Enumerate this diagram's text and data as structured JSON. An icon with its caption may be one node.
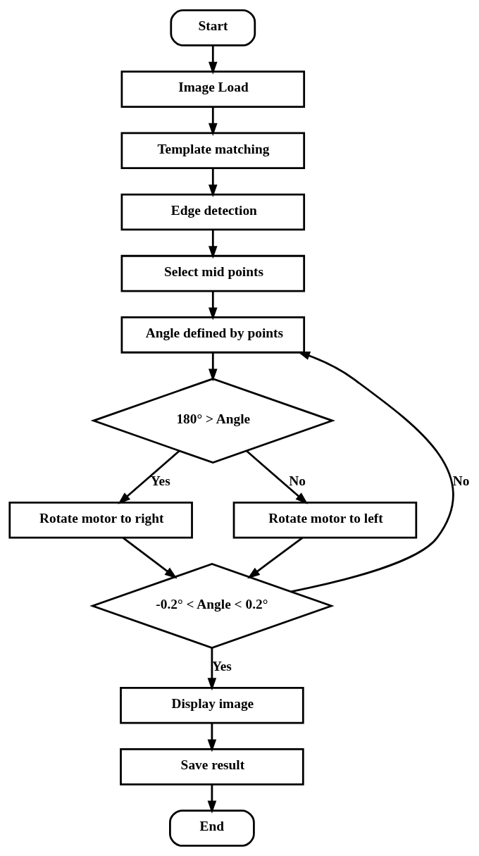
{
  "diagram": {
    "nodes": [
      {
        "text": [
          "Start"
        ]
      },
      {
        "text": [
          "Image Load"
        ]
      },
      {
        "text": [
          "Template matching"
        ]
      },
      {
        "text": [
          "Edge detection"
        ]
      },
      {
        "text": [
          "Select mid points"
        ]
      },
      {
        "text": [
          "Angle defined by points"
        ]
      },
      {
        "text": [
          "180° > Angle"
        ]
      },
      {
        "text": [
          "Rotate motor to right"
        ]
      },
      {
        "text": [
          "Rotate motor to left"
        ]
      },
      {
        "text": [
          "-0.2° < Angle < 0.2°"
        ]
      },
      {
        "text": [
          "Display image"
        ]
      },
      {
        "text": [
          "Save result"
        ]
      },
      {
        "text": [
          "End"
        ]
      }
    ],
    "edges": [
      {
        "from": 0,
        "to": 1,
        "arrow": "to"
      },
      {
        "from": 1,
        "to": 2,
        "arrow": "to"
      },
      {
        "from": 2,
        "to": 3,
        "arrow": "to"
      },
      {
        "from": 3,
        "to": 4,
        "arrow": "to"
      },
      {
        "from": 4,
        "to": 5,
        "arrow": "to"
      },
      {
        "from": 5,
        "to": 6,
        "arrow": "to"
      },
      {
        "from": 6,
        "to": 7,
        "label": "Yes",
        "arrow": "to"
      },
      {
        "from": 6,
        "to": 8,
        "label": "No",
        "arrow": "to"
      },
      {
        "from": 7,
        "to": 9,
        "arrow": "to"
      },
      {
        "from": 8,
        "to": 9,
        "arrow": "to"
      },
      {
        "from": 9,
        "to": 5,
        "label": "No",
        "arrow": "to"
      },
      {
        "from": 9,
        "to": 10,
        "label": "Yes",
        "arrow": "to"
      },
      {
        "from": 10,
        "to": 11,
        "arrow": "to"
      },
      {
        "from": 11,
        "to": 12,
        "arrow": "to"
      }
    ]
  }
}
